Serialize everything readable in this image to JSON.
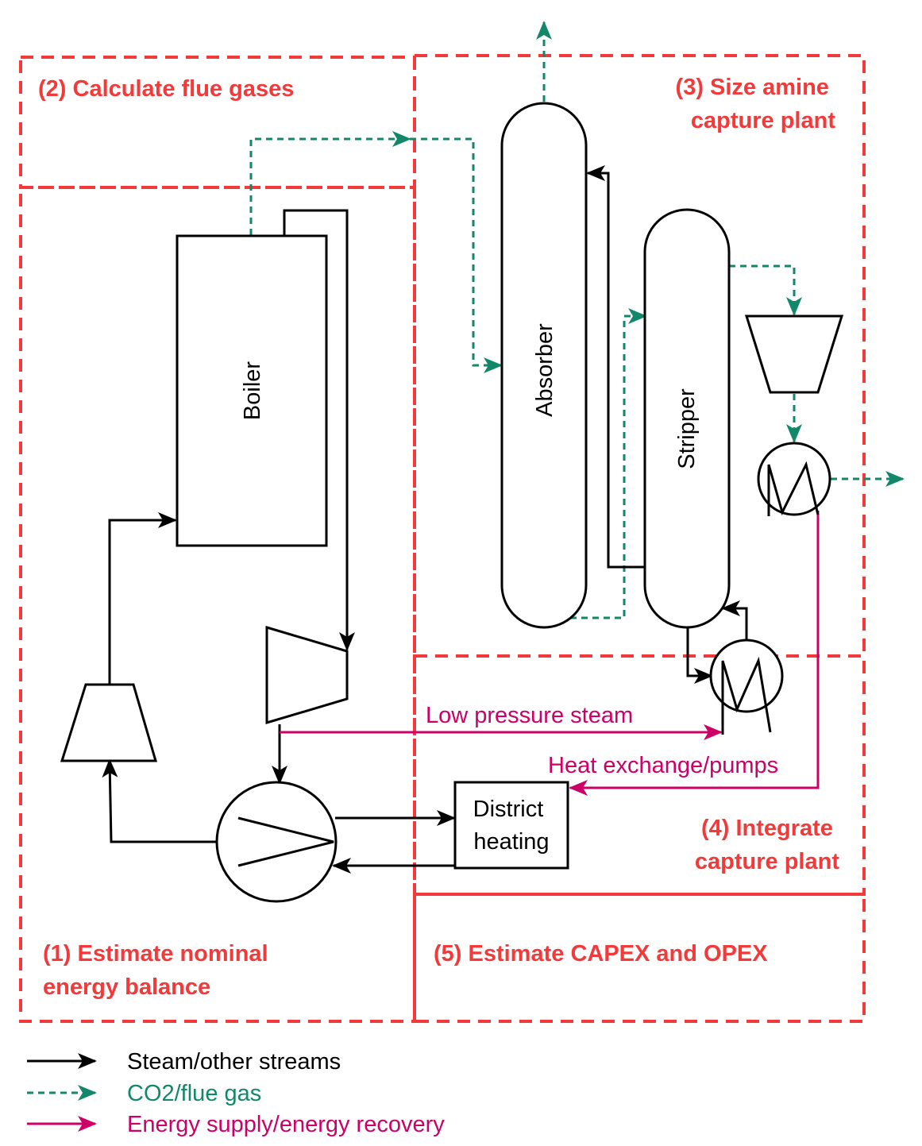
{
  "regions": {
    "r1": [
      "(1) Estimate nominal",
      "energy balance"
    ],
    "r2": [
      "(2) Calculate flue gases"
    ],
    "r3": [
      "(3) Size amine",
      "capture plant"
    ],
    "r4": [
      "(4) Integrate",
      "capture plant"
    ],
    "r5": [
      "(5) Estimate CAPEX and OPEX"
    ]
  },
  "units": {
    "boiler": "Boiler",
    "absorber": "Absorber",
    "stripper": "Stripper",
    "district_heating": [
      "District",
      "heating"
    ]
  },
  "streams": {
    "low_pressure_steam": "Low pressure steam",
    "heat_exchange": "Heat exchange/pumps"
  },
  "legend": [
    {
      "label": "Steam/other streams",
      "color": "#000000",
      "style": "solid"
    },
    {
      "label": "CO2/flue gas",
      "color": "#12876a",
      "style": "dashed"
    },
    {
      "label": "Energy supply/energy recovery",
      "color": "#cc0066",
      "style": "solid"
    }
  ],
  "colors": {
    "region": "#f23a3a",
    "steam": "#000000",
    "flue_gas": "#12876a",
    "energy": "#cc0066"
  }
}
